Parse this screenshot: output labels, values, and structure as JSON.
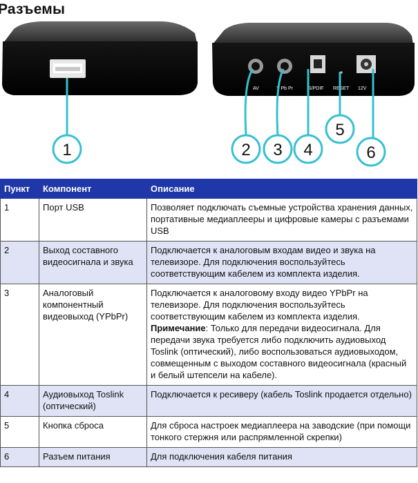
{
  "page": {
    "title": "Разъемы"
  },
  "device": {
    "port_labels": {
      "av": "AV",
      "ypbpr": "Y Pb Pr",
      "spdif": "S/PDIF",
      "reset": "RESET",
      "power": "12V"
    },
    "callouts": [
      "1",
      "2",
      "3",
      "4",
      "5",
      "6"
    ]
  },
  "table": {
    "headers": {
      "item": "Пункт",
      "component": "Компонент",
      "description": "Описание"
    },
    "rows": [
      {
        "item": "1",
        "component": "Порт USB",
        "description": "Позволяет подключать съемные устройства хранения данных, портативные медиаплееры и цифровые камеры с разъемами USB"
      },
      {
        "item": "2",
        "component": "Выход составного видеосигнала и звука",
        "description": "Подключается к аналоговым входам видео и звука на телевизоре. Для подключения воспользуйтесь соответствующим кабелем из комплекта изделия."
      },
      {
        "item": "3",
        "component": "Аналоговый компонентный видеовыход (YPbPr)",
        "description": "Подключается к аналоговому входу видео YPbPr на телевизоре. Для подключения воспользуйтесь соответствующим кабелем из комплекта изделия.",
        "note_label": "Примечание",
        "note_text": ": Только для передачи видеосигнала. Для передачи звука требуется либо подключить аудиовыход Toslink (оптический), либо воспользоваться аудиовыходом, совмещенным с выходом составного видеосигнала (красный и белый штепсели на кабеле)."
      },
      {
        "item": "4",
        "component": "Аудиовыход Toslink (оптический)",
        "description": "Подключается к ресиверу (кабель Toslink продается отдельно)"
      },
      {
        "item": "5",
        "component": "Кнопка сброса",
        "description": "Для сброса настроек медиаплеера на заводские (при помощи тонкого стержня или распрямленной скрепки)"
      },
      {
        "item": "6",
        "component": "Разъем питания",
        "description": "Для подключения кабеля питания"
      }
    ]
  },
  "colors": {
    "header_bg": "#1f37a8",
    "row_shade": "#dfe3f5",
    "callout_line": "#35c0d0"
  }
}
